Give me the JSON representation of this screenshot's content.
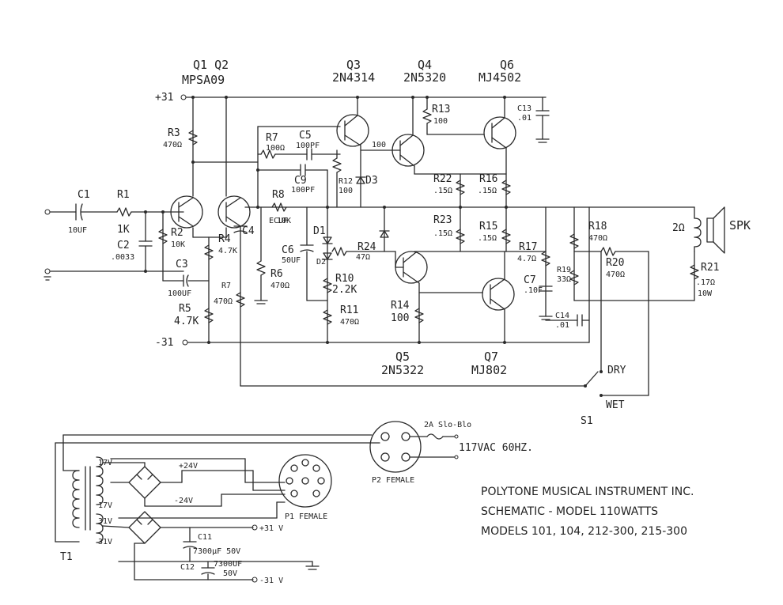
{
  "transistor_labels": {
    "q1q2": "Q1 Q2",
    "mpsa09": "MPSA09",
    "q3": "Q3",
    "n4314": "2N4314",
    "q4": "Q4",
    "n5320": "2N5320",
    "q6": "Q6",
    "mj4502": "MJ4502",
    "q5": "Q5",
    "n5322": "2N5322",
    "q7": "Q7",
    "mj802": "MJ802"
  },
  "rails": {
    "pos": "+31",
    "neg": "-31"
  },
  "components": {
    "c1": "C1",
    "c1v": "10UF",
    "r1": "R1",
    "r1v": "1K",
    "c2": "C2",
    "c2v": ".0033",
    "r2": "R2",
    "r2v": "10K",
    "c3": "C3",
    "c3v": "100UF",
    "r3": "R3",
    "r3v": "470Ω",
    "r4": "R4",
    "r4v": "4.7K",
    "r5": "R5",
    "r5v": "4.7K",
    "r6": "R6",
    "r6v": "470Ω",
    "r7": "R7",
    "r7v": "100Ω",
    "r7b": "R7",
    "r7bv": "470Ω",
    "c4": "C4",
    "c4v": "ECUF",
    "c5": "C5",
    "c5v": "100PF",
    "c9": "C9",
    "c9v": "100PF",
    "r8": "R8",
    "r8v": "10K",
    "r12": "R12",
    "r12v": "100",
    "d3": "D3",
    "d1": "D1",
    "d2": "D2",
    "c6": "C6",
    "c6v": "50UF",
    "r24": "R24",
    "r24v": "47Ω",
    "r10": "R10",
    "r10v": "2.2K",
    "r11": "R11",
    "r11v": "470Ω",
    "r13": "R13",
    "r13v": "100",
    "n100": "100",
    "r22": "R22",
    "r22v": ".15Ω",
    "r16": "R16",
    "r16v": ".15Ω",
    "r23": "R23",
    "r23v": ".15Ω",
    "r15": "R15",
    "r15v": ".15Ω",
    "r14": "R14",
    "r14v": "100",
    "c13": "C13",
    "c13v": ".01",
    "r17": "R17",
    "r17v": "4.7Ω",
    "r18": "R18",
    "r18v": "470Ω",
    "r19": "R19",
    "r19v": "33Ω",
    "r20": "R20",
    "r20v": "470Ω",
    "r21": "R21",
    "r21v": ".17Ω",
    "r21w": "10W",
    "c7": "C7",
    "c7v": ".10F",
    "c14": "C14",
    "c14v": ".01",
    "spk": "SPK",
    "ohm2": "2Ω",
    "dry": "DRY",
    "wet": "WET",
    "s1": "S1"
  },
  "power": {
    "fuse": "2A Slo-Blo",
    "mains": "117VAC 60HZ.",
    "p2": "P2 FEMALE",
    "p1": "P1 FEMALE",
    "t1": "T1",
    "v24p": "+24V",
    "v24n": "-24V",
    "v31p": "+31 V",
    "v31n": "-31 V",
    "c11": "C11",
    "c11v": "7300μF 50V",
    "c12": "C12",
    "c12v": "7300UF",
    "c12v2": "50V",
    "t17": "17V",
    "t17b": "17V",
    "t31": "31V",
    "t31b": "31V"
  },
  "title_block": {
    "line1": "POLYTONE MUSICAL INSTRUMENT INC.",
    "line2": "SCHEMATIC - MODEL 110WATTS",
    "line3": "MODELS  101, 104, 212-300, 215-300"
  }
}
